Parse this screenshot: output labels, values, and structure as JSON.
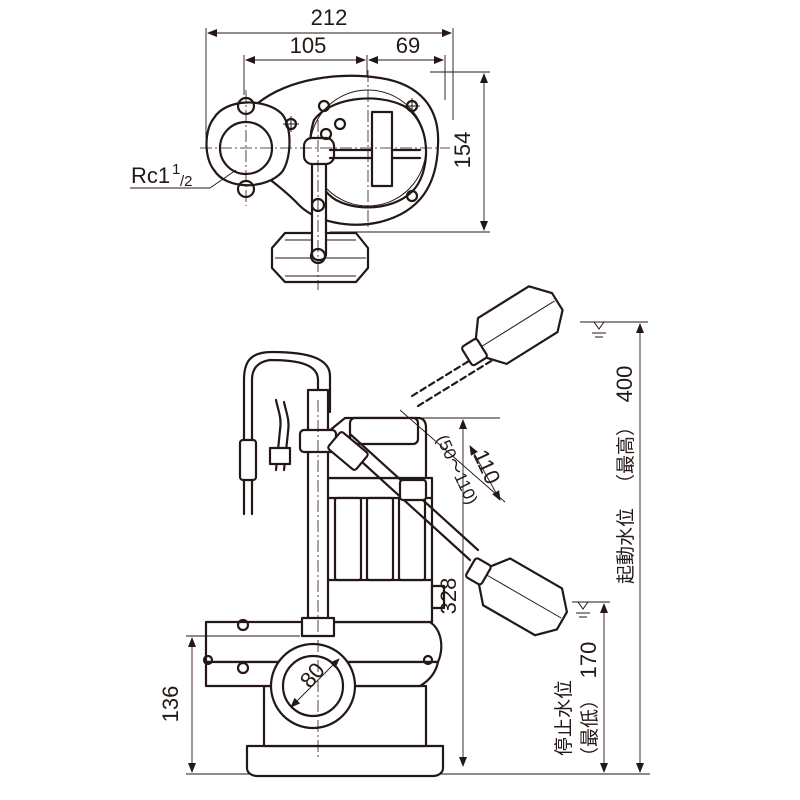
{
  "top_view": {
    "dim_width_total": "212",
    "dim_width_left": "105",
    "dim_width_right": "69",
    "dim_height": "154",
    "thread_label_main": "Rc1",
    "thread_label_sup": "1",
    "thread_label_sub": "/2"
  },
  "side_view": {
    "dim_float_travel": "110",
    "dim_float_range": "(50～110)",
    "dim_pump_height": "328",
    "dim_outlet_height": "136",
    "dim_outlet_diameter": "80",
    "dim_start_level": "400",
    "label_start_level": "起動水位",
    "label_start_level_note": "（最高）",
    "dim_stop_level": "170",
    "label_stop_level": "停止水位",
    "label_stop_level_note": "（最低）"
  }
}
